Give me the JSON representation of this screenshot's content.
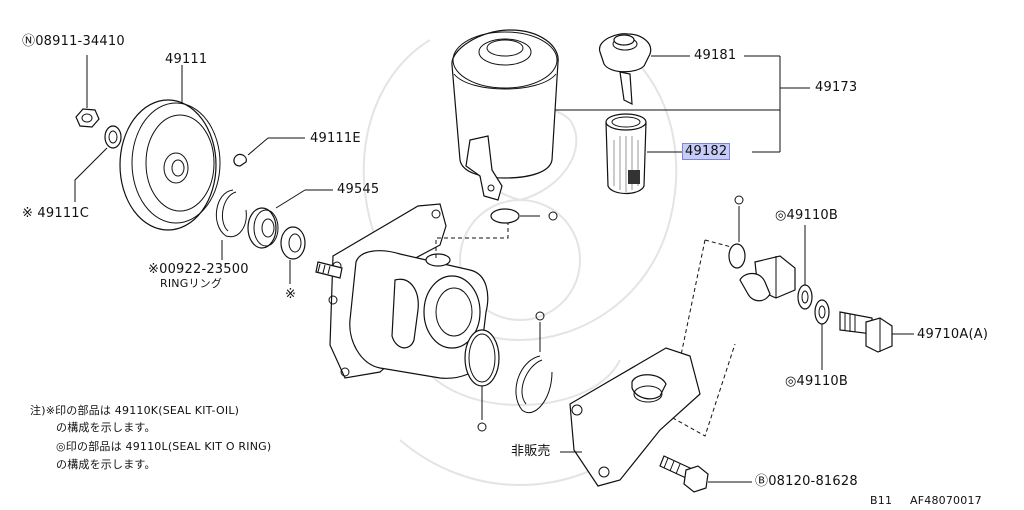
{
  "callouts": {
    "nut": "Ⓝ08911-34410",
    "pulley": "49111",
    "washer": "※ 49111C",
    "key": "49111E",
    "bearing": "49545",
    "ring_part": "※00922-23500",
    "ring_name": "RINGリング",
    "bearing_mark": "※",
    "cap": "49181",
    "tank": "49173",
    "filter": "49182",
    "washer_top": "◎49110B",
    "washer_bottom": "◎49110B",
    "bolt": "49710A(A)",
    "not_sold": "非販売",
    "bracket_bolt": "Ⓑ08120-81628"
  },
  "notes": {
    "line1": "注)※印の部品は 49110K(SEAL KIT-OIL)",
    "line2": "の構成を示します。",
    "line3": "◎印の部品は 49110L(SEAL KIT O RING)",
    "line4": "の構成を示します。"
  },
  "footer": {
    "page": "B11",
    "code": "AF48070017"
  },
  "colors": {
    "highlight": "#c7cdf7",
    "line": "#111111"
  }
}
